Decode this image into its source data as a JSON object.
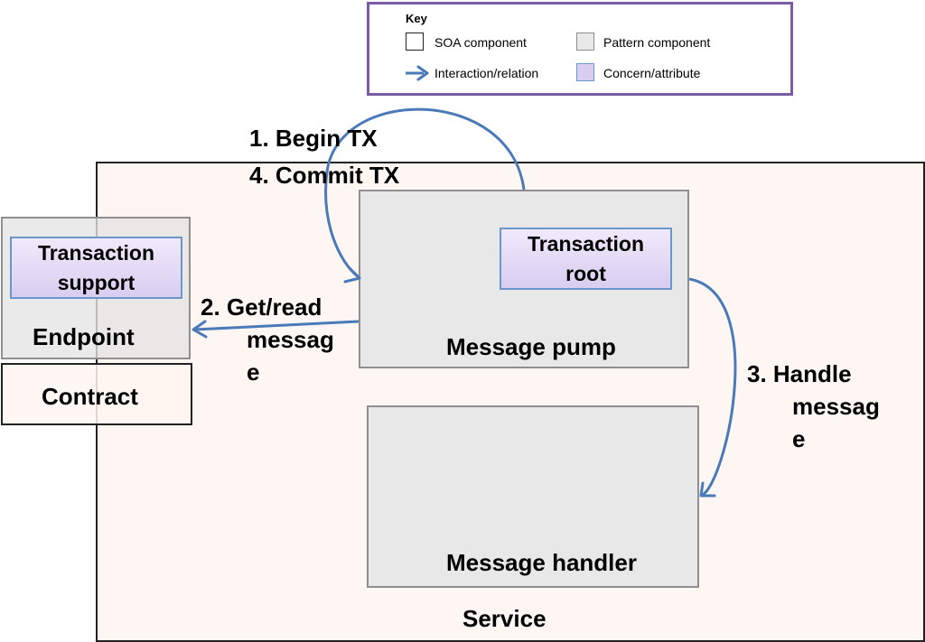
{
  "key": {
    "title": "Key",
    "items": [
      {
        "label": "SOA component",
        "color": "#ffffff"
      },
      {
        "label": "Pattern component",
        "color": "#e9e8e8"
      },
      {
        "label": "Interaction/relation",
        "color": "#4a7ab8"
      },
      {
        "label": "Concern/attribute",
        "color": "#d9cdf0"
      }
    ]
  },
  "nodes": {
    "service": "Service",
    "message_pump": "Message pump",
    "message_handler": "Message handler",
    "transaction_root": [
      "Transaction",
      "root"
    ],
    "endpoint": "Endpoint",
    "transaction_support": [
      "Transaction",
      "support"
    ],
    "contract": "Contract"
  },
  "steps": {
    "begin": "1. Begin TX",
    "commit": "4. Commit TX",
    "get_read": [
      "2. Get/read",
      "messag",
      "e"
    ],
    "handle": [
      "3.  Handle",
      "messag",
      "e"
    ]
  },
  "colors": {
    "arrow": "#4a7ab8",
    "key_border": "#7b5aa6",
    "concern_border": "#6b96cc",
    "service_fill": "#fdf6f2"
  }
}
